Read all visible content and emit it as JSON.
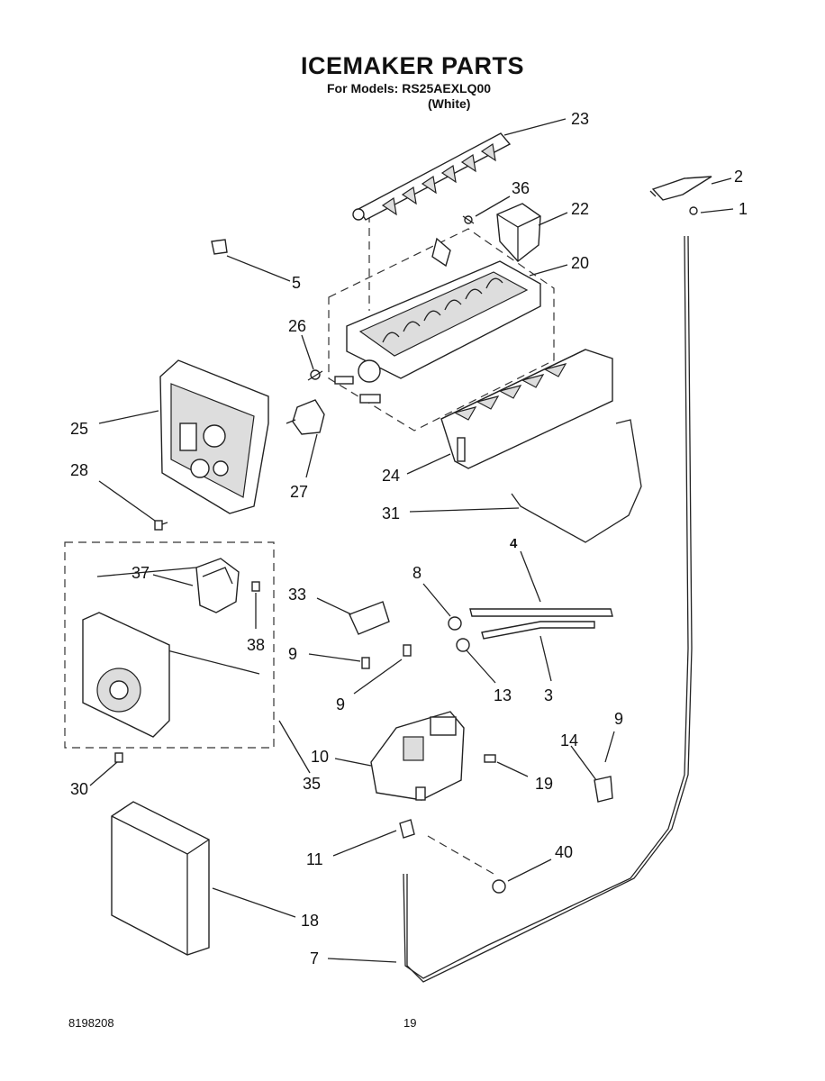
{
  "header": {
    "title": "ICEMAKER PARTS",
    "models_line": "For Models: RS25AEXLQ00",
    "color_line": "(White)"
  },
  "callouts": [
    "23",
    "2",
    "36",
    "22",
    "1",
    "5",
    "20",
    "26",
    "25",
    "27",
    "24",
    "28",
    "31",
    "4",
    "8",
    "37",
    "33",
    "38",
    "9",
    "9",
    "13",
    "3",
    "9",
    "14",
    "10",
    "19",
    "30",
    "35",
    "11",
    "40",
    "18",
    "7"
  ],
  "footer": {
    "doc_number": "8198208",
    "page_number": "19"
  }
}
